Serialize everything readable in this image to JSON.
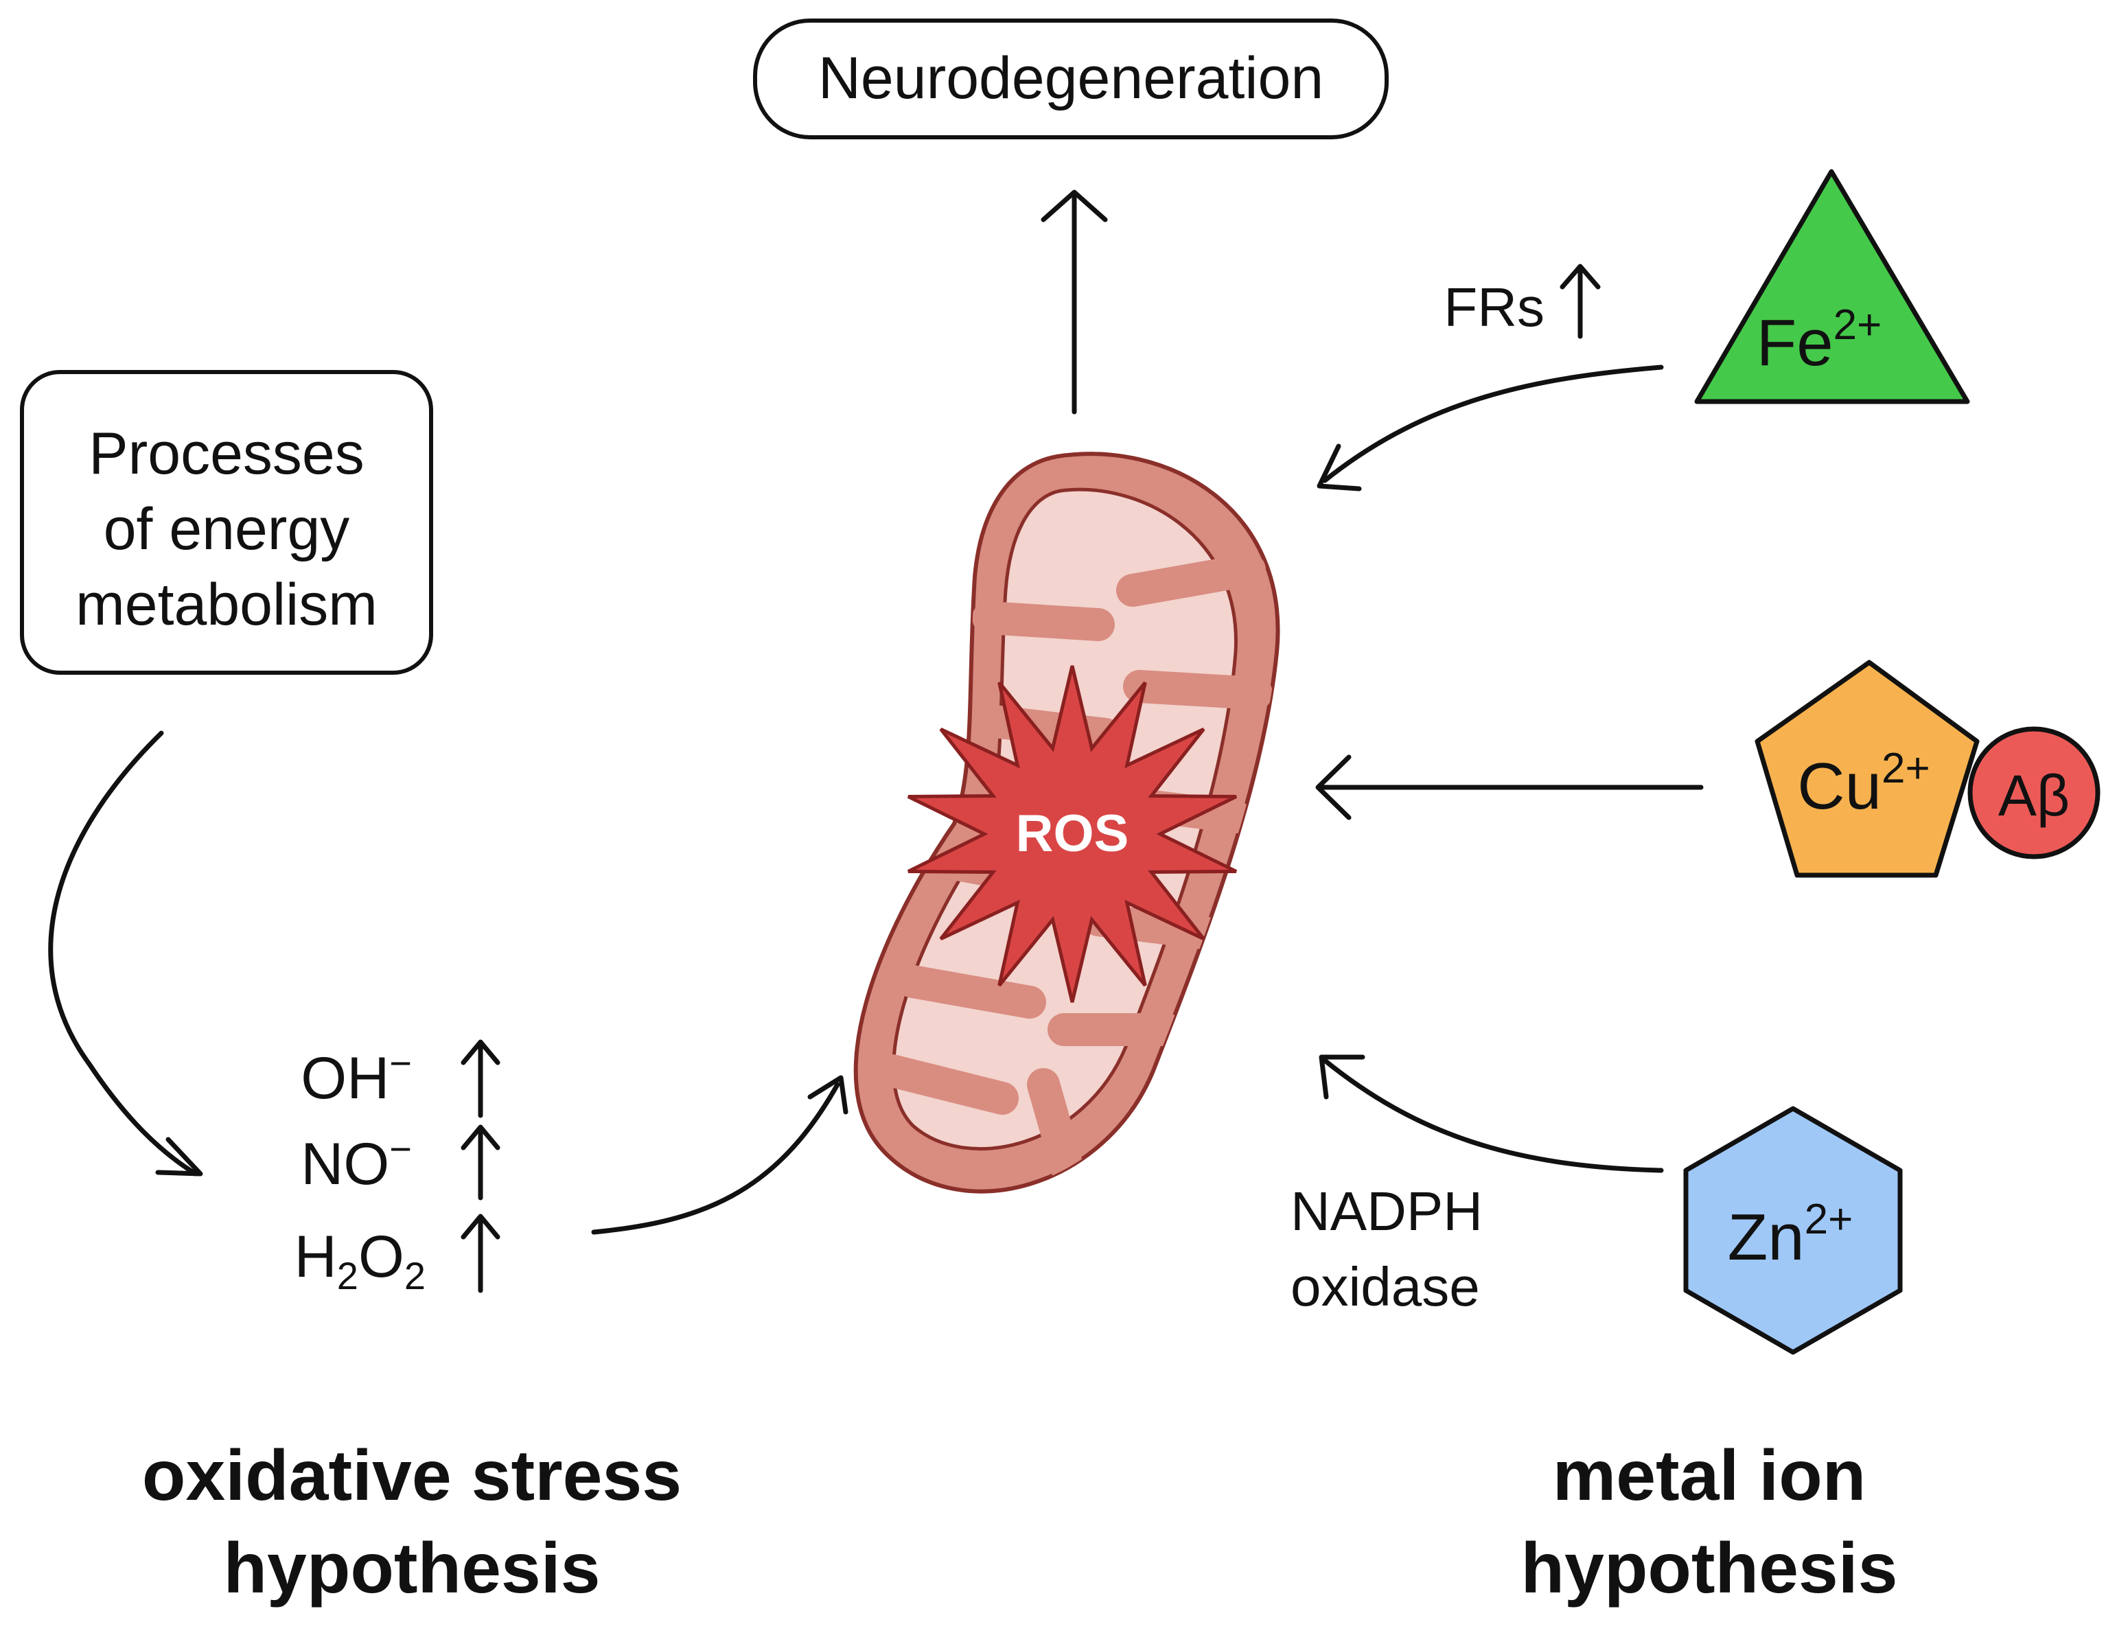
{
  "diagram": {
    "top_box_label": "Neurodegeneration",
    "left_box_lines": [
      "Processes",
      "of energy",
      "metabolism"
    ],
    "species": [
      {
        "base": "OH",
        "sup": "−"
      },
      {
        "base": "NO",
        "sup": "−"
      },
      {
        "pre": "H",
        "sub1": "2",
        "mid": "O",
        "sub2": "2"
      }
    ],
    "center_label": "ROS",
    "fe_label": {
      "base": "Fe",
      "sup": "2+"
    },
    "frs_label": "FRs",
    "cu_label": {
      "base": "Cu",
      "sup": "2+"
    },
    "abeta_label": "Aβ",
    "zn_label": {
      "base": "Zn",
      "sup": "2+"
    },
    "nadph_lines": [
      "NADPH",
      "oxidase"
    ],
    "left_caption_lines": [
      "oxidative stress",
      "hypothesis"
    ],
    "right_caption_lines": [
      "metal ion",
      "hypothesis"
    ],
    "colors": {
      "mito_outer": "#d98c80",
      "mito_inner": "#f3d4cf",
      "mito_stroke": "#8a2f2a",
      "ros_star": "#d94545",
      "fe_triangle": "#45c94a",
      "cu_pentagon": "#f7b24f",
      "abeta_circle": "#ec5a57",
      "zn_hexagon": "#9fc8f7"
    }
  }
}
